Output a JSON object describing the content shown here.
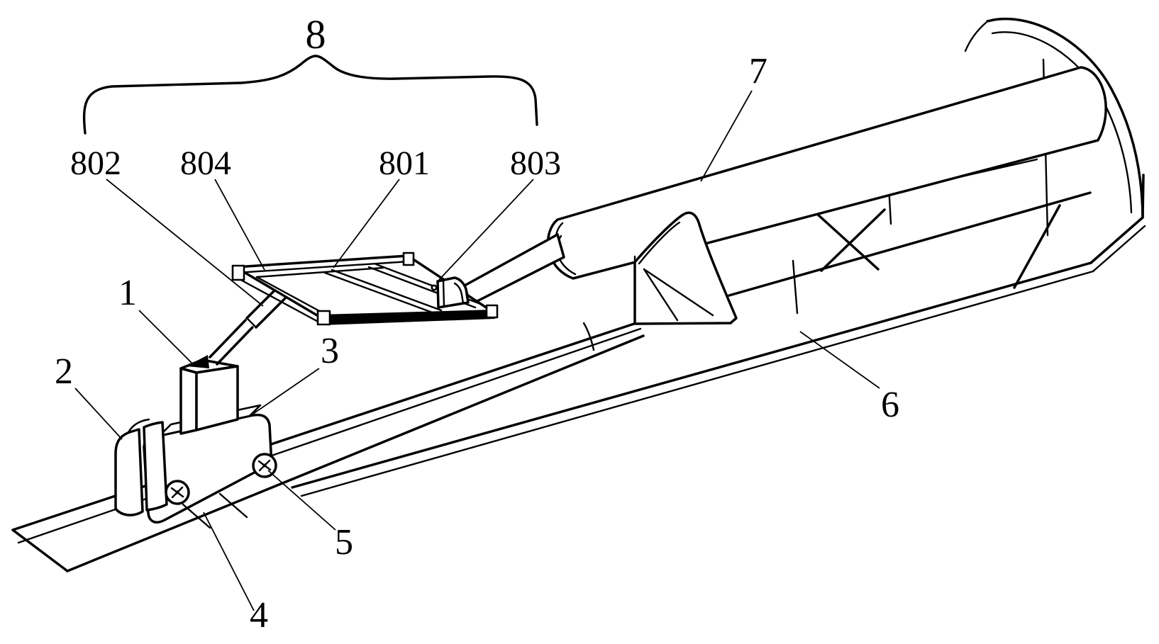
{
  "figure": {
    "kind": "patent-isometric-line-drawing",
    "colors": {
      "line": "#000000",
      "background": "#ffffff"
    },
    "labels": {
      "p1": "1",
      "p2": "2",
      "p3": "3",
      "p4": "4",
      "p5": "5",
      "p6": "6",
      "p7": "7",
      "p8": "8",
      "p801": "801",
      "p802": "802",
      "p803": "803",
      "p804": "804"
    }
  }
}
